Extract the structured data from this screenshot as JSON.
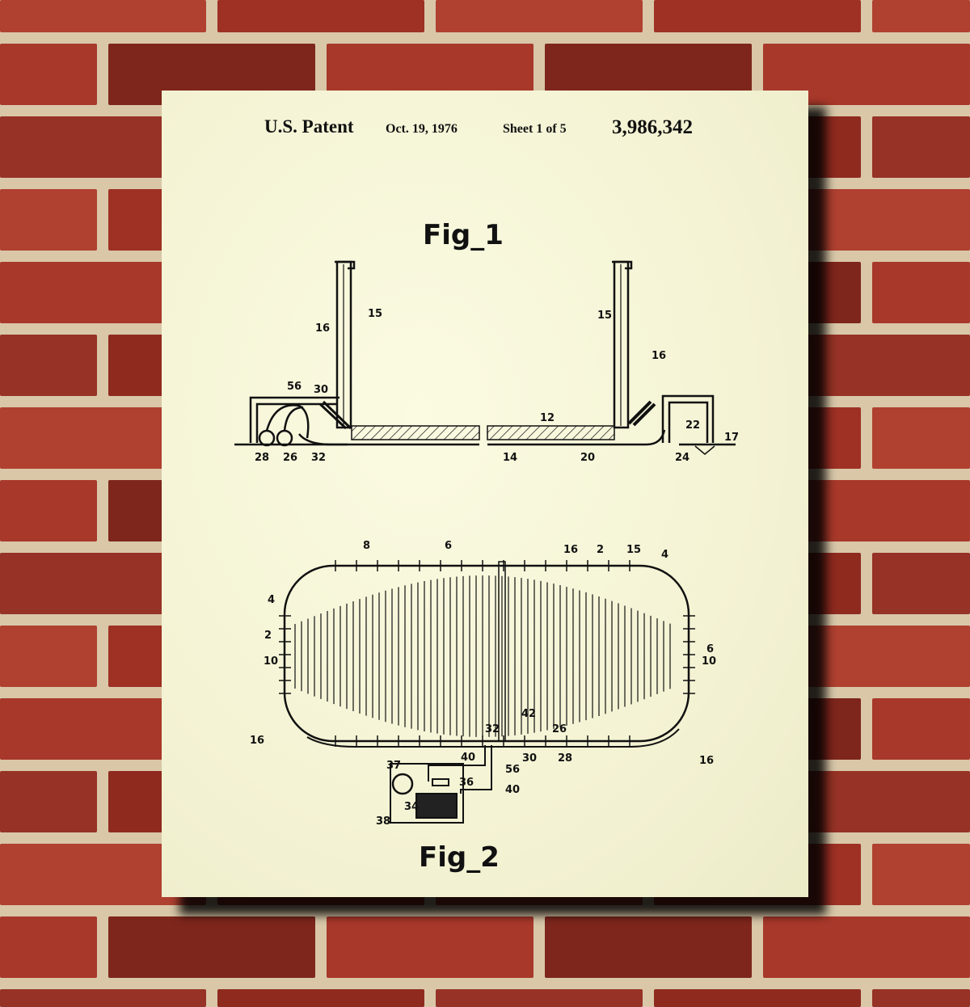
{
  "colors": {
    "brick": "#9e3024",
    "mortar": "#d9c7a8",
    "paper": "#f6f5d8",
    "ink": "#111111"
  },
  "header": {
    "title": "U.S. Patent",
    "date": "Oct. 19, 1976",
    "sheet": "Sheet 1 of 5",
    "number": "3,986,342"
  },
  "fig1": {
    "title": "Fig_1",
    "labels": [
      "15",
      "16",
      "56",
      "30",
      "28",
      "26",
      "32",
      "12",
      "14",
      "20",
      "22",
      "24",
      "17",
      "15",
      "16"
    ]
  },
  "fig2": {
    "title": "Fig_2",
    "labels": [
      "8",
      "6",
      "16",
      "2",
      "15",
      "4",
      "4",
      "2",
      "10",
      "6",
      "10",
      "16",
      "16",
      "32",
      "26",
      "42",
      "40",
      "30",
      "28",
      "56",
      "37",
      "36",
      "40",
      "34",
      "38"
    ]
  }
}
